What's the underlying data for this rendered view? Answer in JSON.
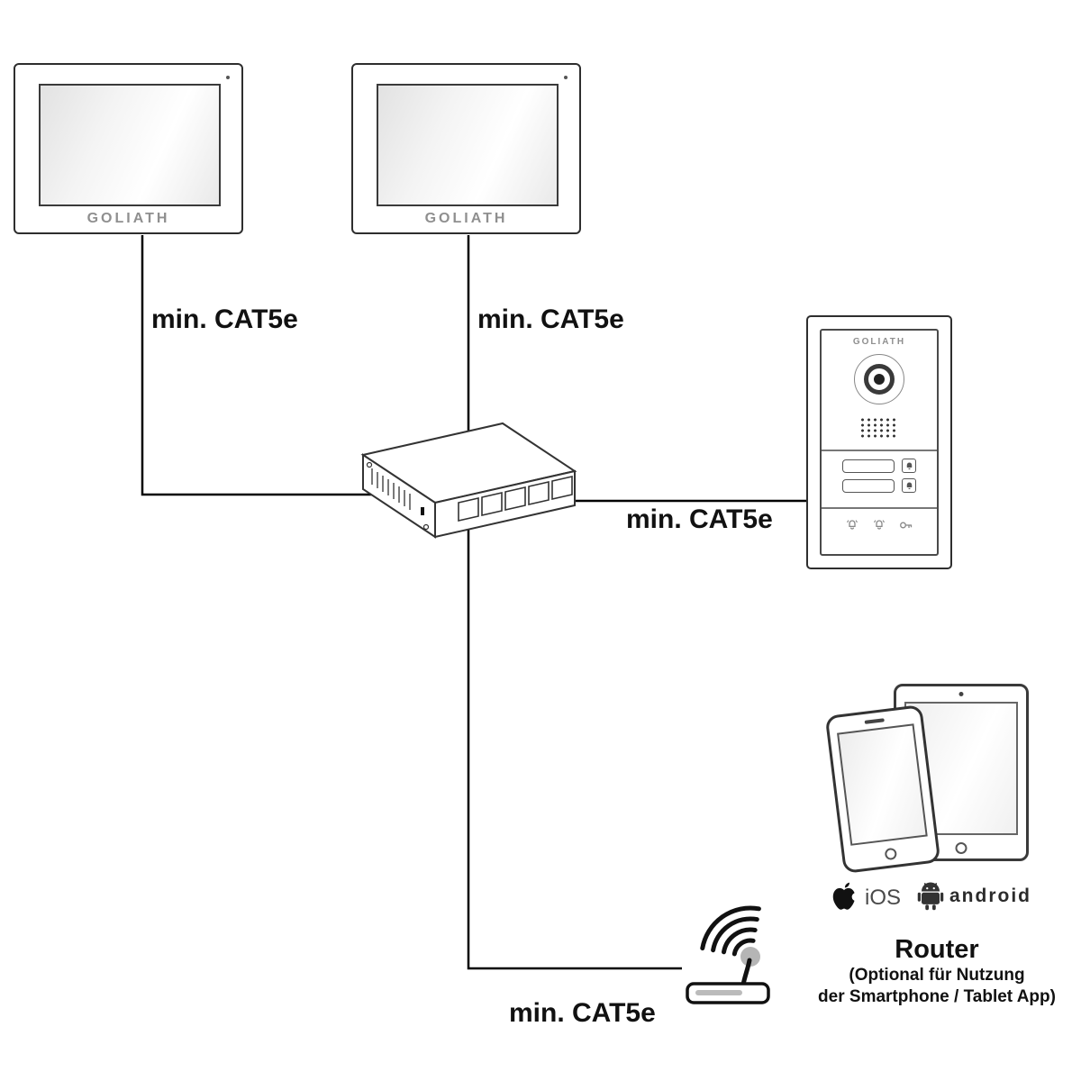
{
  "labels": {
    "cable_monitor1": "min. CAT5e",
    "cable_monitor2": "min. CAT5e",
    "cable_doorstation": "min. CAT5e",
    "cable_router": "min. CAT5e"
  },
  "monitor1": {
    "brand": "GOLIATH"
  },
  "monitor2": {
    "brand": "GOLIATH"
  },
  "door_station": {
    "brand": "GOLIATH"
  },
  "platforms": {
    "ios_label": "iOS",
    "android_label": "android"
  },
  "router": {
    "title": "Router",
    "subtitle_line1": "(Optional für Nutzung",
    "subtitle_line2": "der Smartphone / Tablet App)"
  },
  "colors": {
    "line": "#000000",
    "frame": "#2e2e2e",
    "logo_gray": "#8f8f8f"
  }
}
